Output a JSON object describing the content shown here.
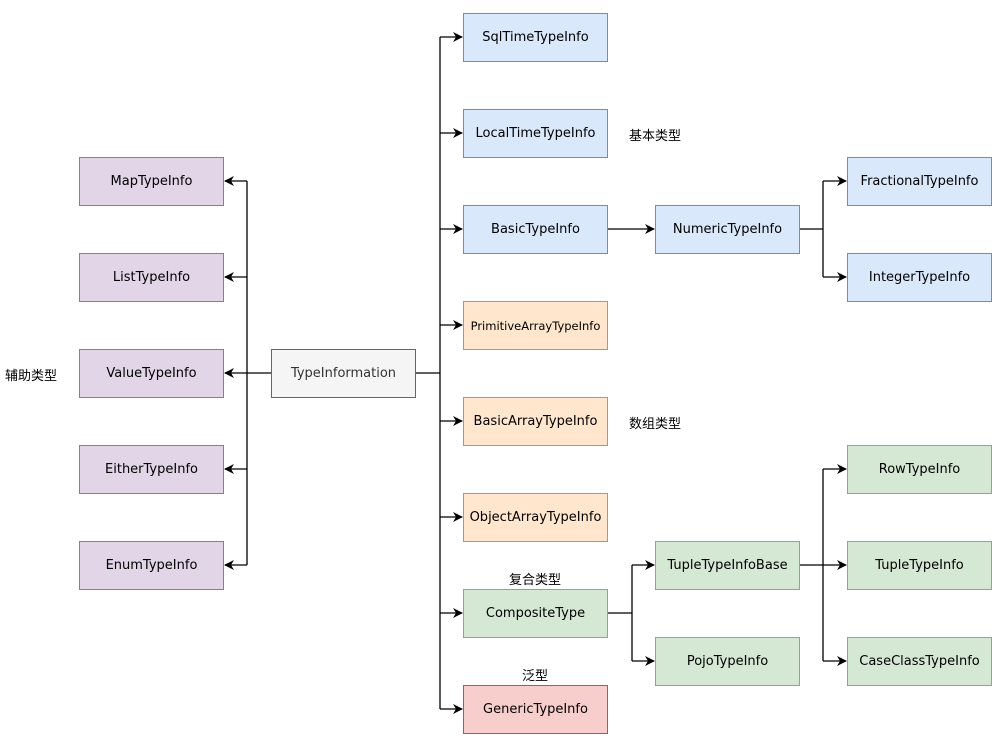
{
  "nodes": {
    "type_information": "TypeInformation",
    "sql_time": "SqlTimeTypeInfo",
    "local_time": "LocalTimeTypeInfo",
    "basic": "BasicTypeInfo",
    "numeric": "NumericTypeInfo",
    "fractional": "FractionalTypeInfo",
    "integer": "IntegerTypeInfo",
    "primitive_array": "PrimitiveArrayTypeInfo",
    "basic_array": "BasicArrayTypeInfo",
    "object_array": "ObjectArrayTypeInfo",
    "composite": "CompositeType",
    "tuple_base": "TupleTypeInfoBase",
    "pojo": "PojoTypeInfo",
    "row": "RowTypeInfo",
    "tuple": "TupleTypeInfo",
    "case_class": "CaseClassTypeInfo",
    "generic": "GenericTypeInfo",
    "map": "MapTypeInfo",
    "list": "ListTypeInfo",
    "value": "ValueTypeInfo",
    "either": "EitherTypeInfo",
    "enum": "EnumTypeInfo"
  },
  "labels": {
    "basic_types": "基本类型",
    "array_types": "数组类型",
    "composite_types": "复合类型",
    "generic_types": "泛型",
    "auxiliary_types": "辅助类型"
  },
  "colors": {
    "blue_fill": "#dae8fc",
    "orange_fill": "#ffe6cc",
    "green_fill": "#d5e8d4",
    "red_fill": "#f8cecc",
    "purple_fill": "#e1d5e7",
    "gray_fill": "#f5f5f5"
  }
}
